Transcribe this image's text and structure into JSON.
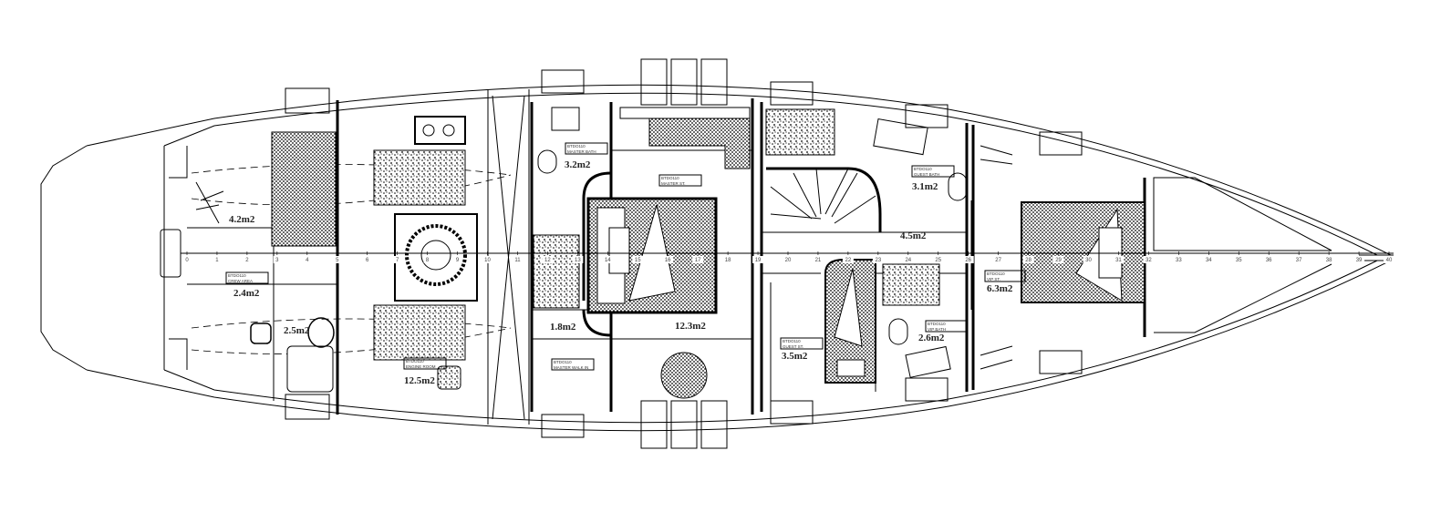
{
  "drawing": {
    "title": "Lower deck general arrangement",
    "stations": [
      "0",
      "1",
      "2",
      "3",
      "4",
      "5",
      "6",
      "7",
      "8",
      "9",
      "10",
      "11",
      "12",
      "13",
      "14",
      "15",
      "16",
      "17",
      "18",
      "19",
      "20",
      "21",
      "22",
      "23",
      "24",
      "25",
      "26",
      "27",
      "28",
      "29",
      "30",
      "31",
      "32",
      "33",
      "34",
      "35",
      "36",
      "37",
      "38",
      "39",
      "40"
    ],
    "areas": {
      "a42": "4.2m2",
      "crew": "2.4m2",
      "crew_wc": "2.5m2",
      "engine": "12.5m2",
      "master_bath": "3.2m2",
      "master_walk": "1.8m2",
      "master": "12.3m2",
      "lobby": "4.5m2",
      "guest_bath": "3.1m2",
      "guest": "3.5m2",
      "vip_bath": "2.6m2",
      "vip": "6.3m2"
    },
    "tags": {
      "code": "BTDO110",
      "crew": "CREW AREA",
      "engine": "ENGINE ROOM",
      "master_bath": "MASTER BATH",
      "master": "MASTER ST.",
      "master_walk": "MASTER WALK IN",
      "guest": "GUEST ST.",
      "guest_bath": "GUEST BATH",
      "vip_bath": "VIP BATH",
      "vip": "VIP ST."
    }
  }
}
